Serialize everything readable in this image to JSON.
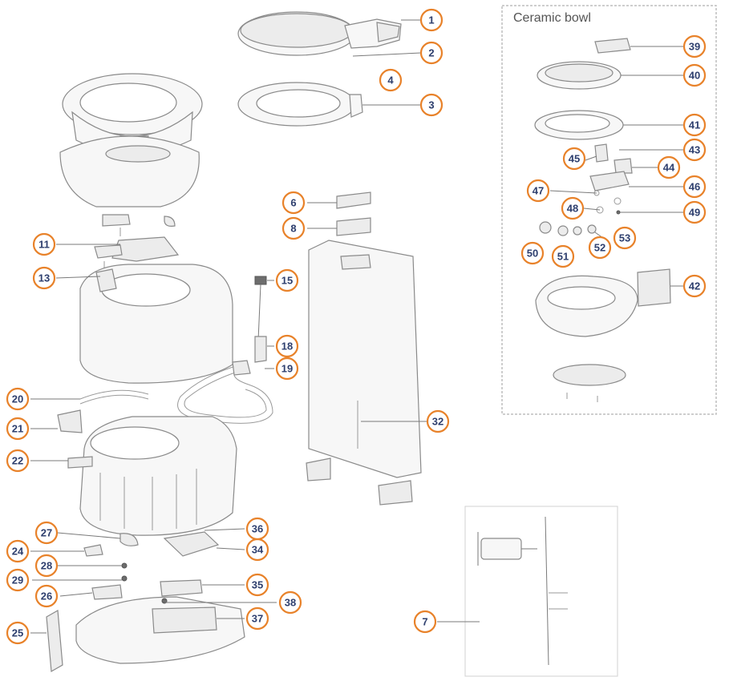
{
  "inset": {
    "title": "Ceramic bowl"
  },
  "colors": {
    "callout_ring": "#e8822a",
    "callout_text": "#2e3f6e",
    "line": "#7a7a7a",
    "part_fill": "#f6f6f6",
    "inset_border": "#bdbdbd"
  },
  "callouts": [
    "1",
    "2",
    "3",
    "4",
    "6",
    "8",
    "11",
    "13",
    "15",
    "18",
    "19",
    "20",
    "21",
    "22",
    "24",
    "25",
    "26",
    "27",
    "28",
    "29",
    "32",
    "34",
    "35",
    "36",
    "37",
    "38",
    "7",
    "39",
    "40",
    "41",
    "42",
    "43",
    "44",
    "45",
    "46",
    "47",
    "48",
    "49",
    "50",
    "51",
    "52",
    "53"
  ]
}
